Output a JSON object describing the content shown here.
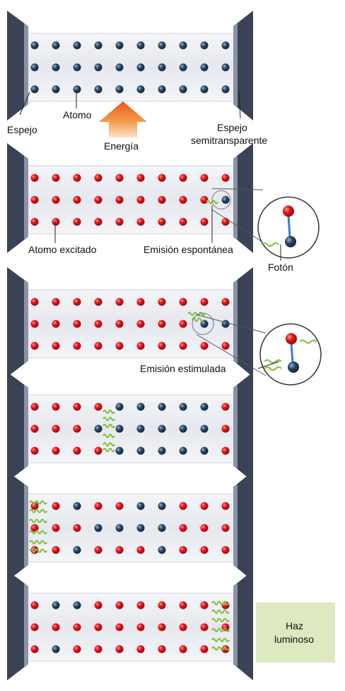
{
  "colors": {
    "excited_atom": "#e8141a",
    "ground_atom": "#2c4a6e",
    "photon": "#7ec23a",
    "mirror": "#3a4256",
    "tube": "#e9ebef",
    "energy_arrow": "#ef6a22",
    "beam": "#dde9be"
  },
  "labels": {
    "mirror": "Espejo",
    "atom": "Atomo",
    "energy": "Energía",
    "semi_mirror_line1": "Espejo",
    "semi_mirror_line2": "semitransparente",
    "excited_atom": "Atomo excitado",
    "spontaneous_emission": "Emisión espontánea",
    "photon": "Fotón",
    "stimulated_emission": "Emisión estimulada",
    "beam_line1": "Haz",
    "beam_line2": "luminoso"
  },
  "panels": [
    {
      "rows": [
        "GGGGGGGGGG",
        "GGGGGGGGGG",
        "GGGGGGGGGG"
      ]
    },
    {
      "rows": [
        "EEEEEEEEEE",
        "EEEEEEEEEG",
        "EEEEEEEEEE"
      ]
    },
    {
      "rows": [
        "EEEEEEEEEE",
        "EEEEEEEEGG",
        "EEEEEEEEEE"
      ]
    },
    {
      "rows": [
        "EEEEGGGGGE",
        "EEEGGGGGGE",
        "EEEEGGGGGE"
      ]
    },
    {
      "rows": [
        "EEGEEGGEEE",
        "EEEGGGGEEE",
        "EEGEEEGEEE"
      ]
    },
    {
      "rows": [
        "EGGEEEEEEE",
        "EEEEEEEEEE",
        "EGEEEEEEEE"
      ]
    }
  ]
}
